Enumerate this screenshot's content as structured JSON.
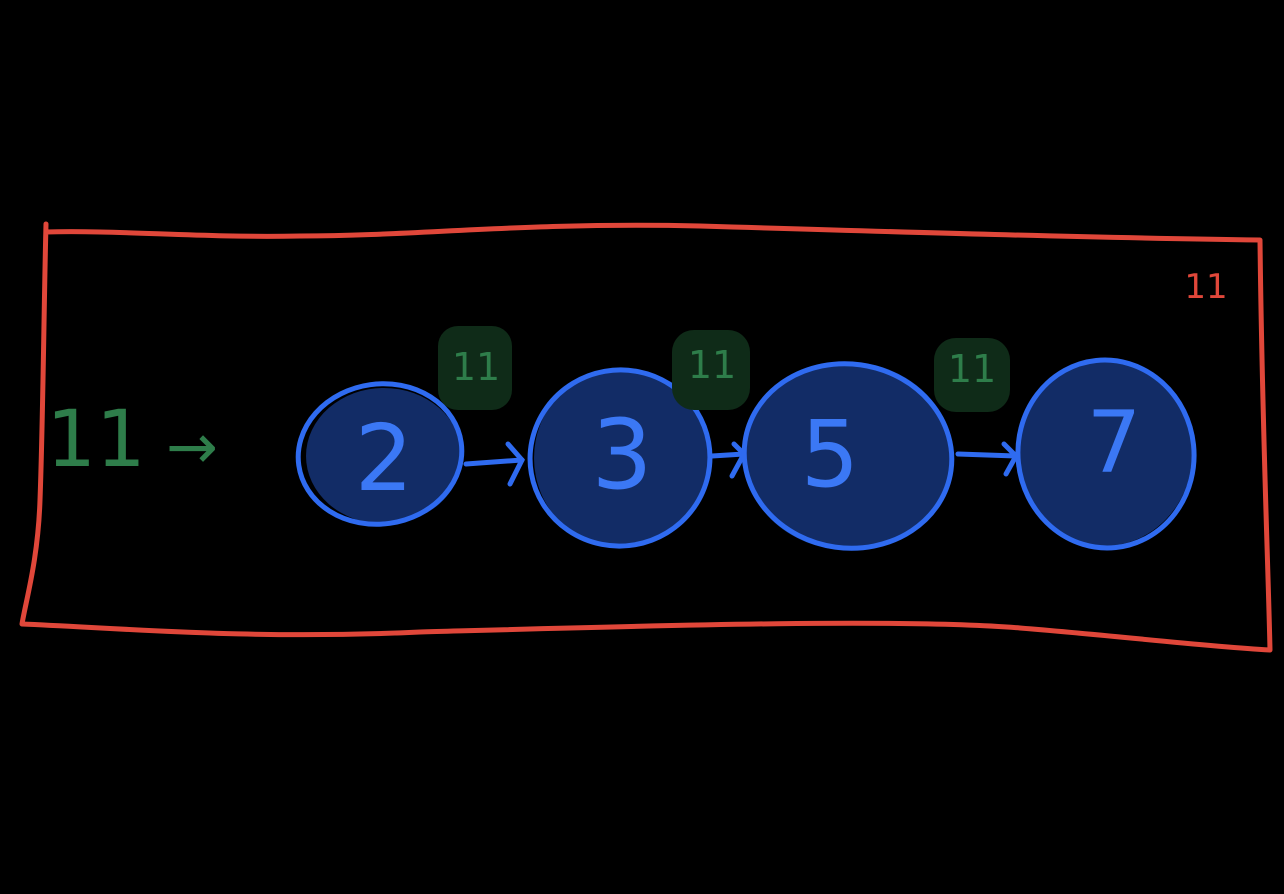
{
  "colors": {
    "background": "#000000",
    "frame": "#e0473a",
    "input": "#2e7d4a",
    "node_stroke": "#2f6bf0",
    "node_fill": "#122c66",
    "node_text": "#3b78f5",
    "badge_fill": "#0f2b18",
    "badge_text": "#2e7d4a"
  },
  "diagram": {
    "input_value": "11",
    "input_arrow": "→",
    "frame_label": "11",
    "nodes": [
      {
        "label": "2"
      },
      {
        "label": "3"
      },
      {
        "label": "5"
      },
      {
        "label": "7"
      }
    ],
    "badges": [
      {
        "label": "11"
      },
      {
        "label": "11"
      },
      {
        "label": "11"
      }
    ]
  }
}
